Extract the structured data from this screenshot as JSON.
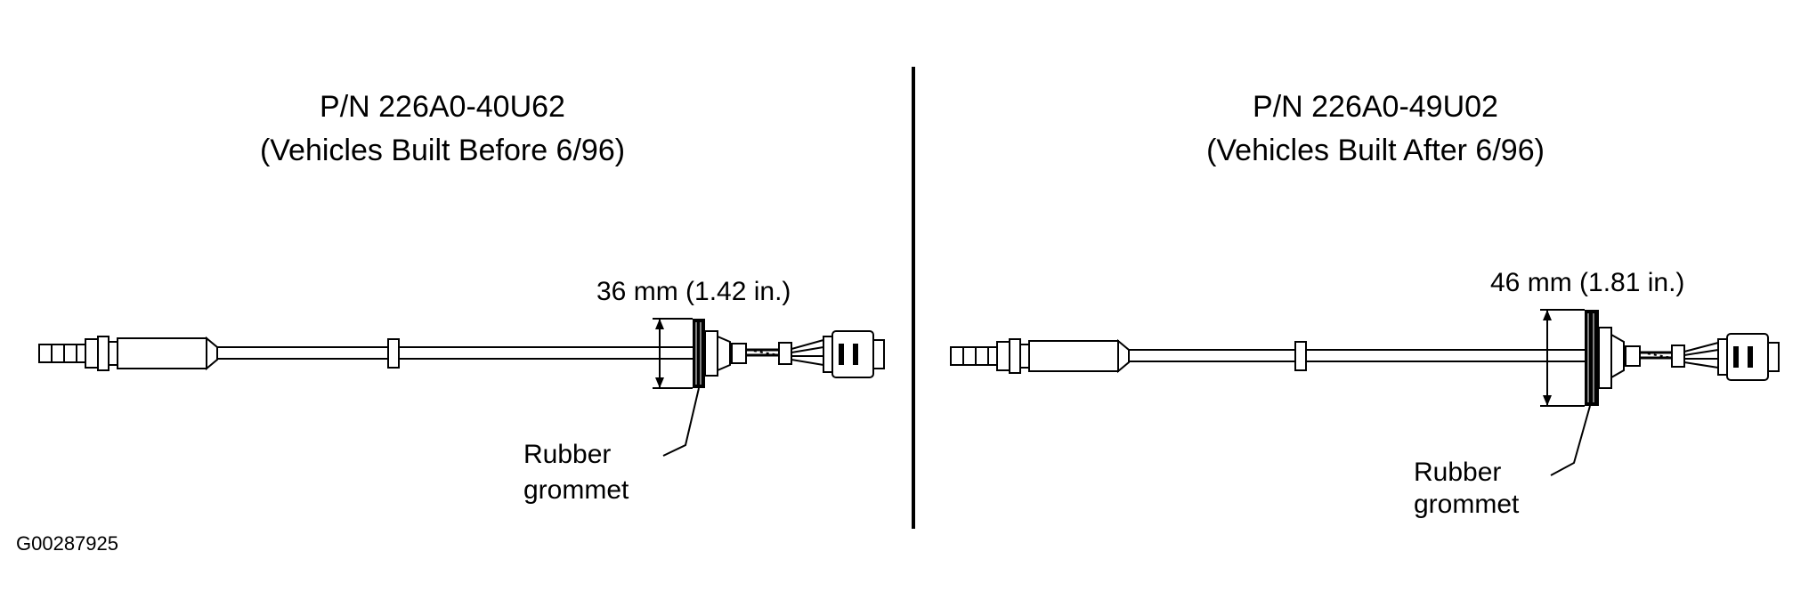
{
  "left_panel": {
    "part_number": "P/N 226A0-40U62",
    "build_note": "(Vehicles Built Before 6/96)",
    "dimension": "36 mm (1.42 in.)",
    "callout_line1": "Rubber",
    "callout_line2": "grommet"
  },
  "right_panel": {
    "part_number": "P/N 226A0-49U02",
    "build_note": "(Vehicles Built After 6/96)",
    "dimension": "46 mm (1.81 in.)",
    "callout_line1": "Rubber",
    "callout_line2": "grommet"
  },
  "figure_id": "G00287925"
}
